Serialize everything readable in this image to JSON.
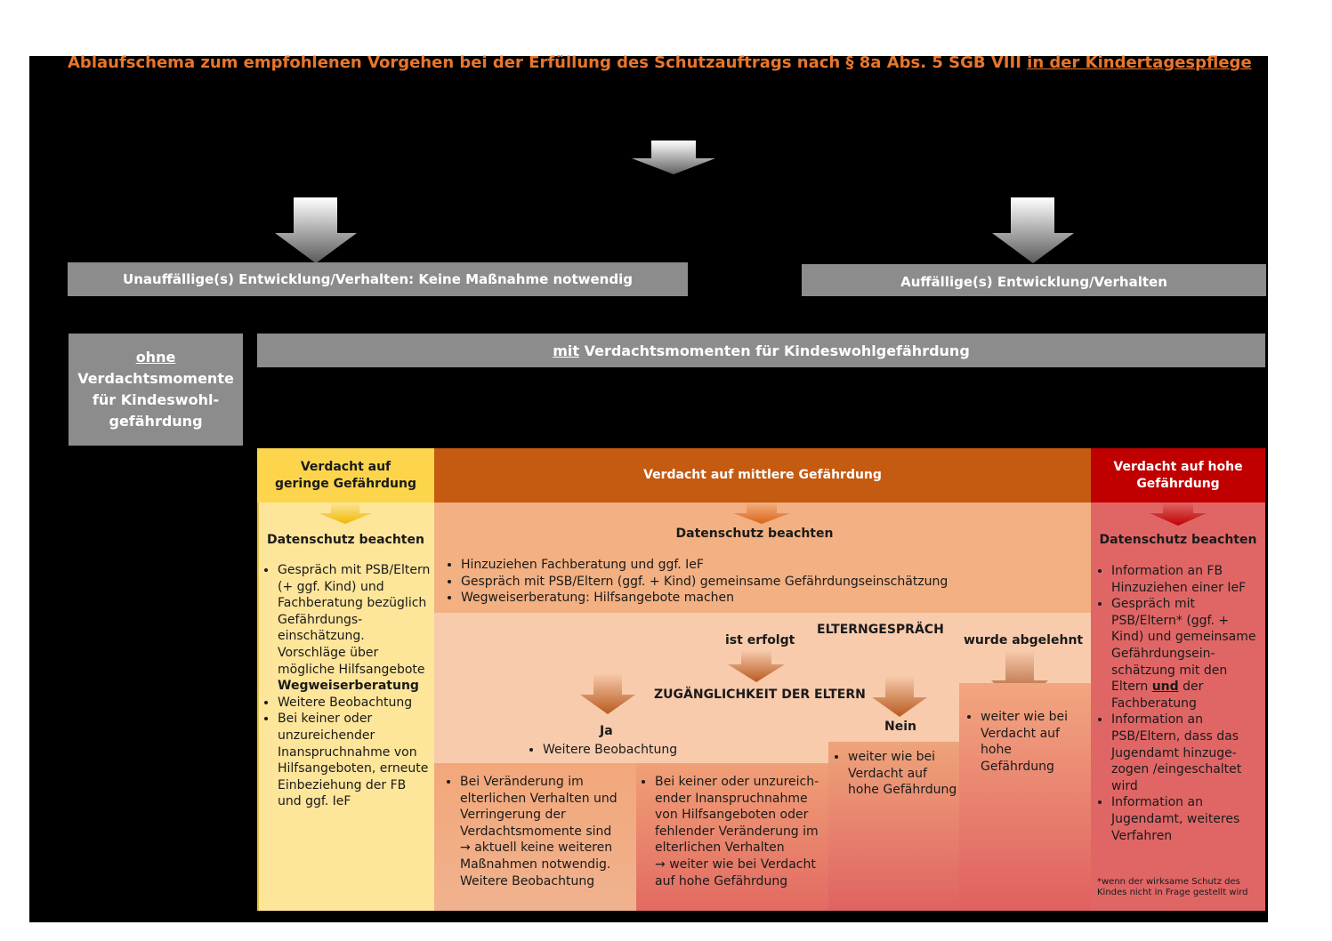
{
  "title": {
    "main": "Ablaufschema zum empfohlenen Vorgehen bei der Erfüllung des Schutzauftrags nach § 8a Abs. 5 SGB VIII",
    "underlined": "in der Kindertagespflege"
  },
  "colors": {
    "background": "#000000",
    "title": "#e8762b",
    "gray": "#8c8c8c",
    "yellow_header": "#fcd54c",
    "yellow_body": "#fde59a",
    "orange_header": "#c55a11",
    "orange_body": "#f3b082",
    "orange_light": "#f8cbad",
    "red_header": "#c00000",
    "red_body": "#e06666"
  },
  "top": {
    "left_box": "Unauffällige(s) Entwicklung/Verhalten: Keine Maßnahme notwendig",
    "right_box": "Auffällige(s) Entwicklung/Verhalten"
  },
  "suspicion": {
    "without_underlined": "ohne",
    "without_rest": "Verdachtsmomente für Kindeswohl-gefährdung",
    "with_underlined": "mit",
    "with_rest": "Verdachtsmomenten für Kindeswohlgefährdung"
  },
  "low": {
    "header": "Verdacht auf geringe Gefährdung",
    "datenschutz": "Datenschutz beachten",
    "item1": "Gespräch mit PSB/Eltern (+ ggf. Kind) und Fachberatung bezüglich Gefährdungs-einschätzung. Vorschläge über mögliche Hilfsangebote",
    "item1_bold": "Wegweiserberatung",
    "item2": "Weitere Beobachtung",
    "item3": "Bei keiner oder unzureichender Inanspruchnahme von Hilfsangeboten, erneute Einbeziehung der FB und ggf. IeF"
  },
  "medium": {
    "header": "Verdacht auf mittlere Gefährdung",
    "datenschutz": "Datenschutz beachten",
    "items": [
      "Hinzuziehen Fachberatung und ggf. IeF",
      "Gespräch mit PSB/Eltern (ggf. + Kind) gemeinsame Gefährdungseinschätzung",
      "Wegweiserberatung: Hilfsangebote machen"
    ],
    "elterngespraech": "ELTERNGESPRÄCH",
    "ist_erfolgt": "ist erfolgt",
    "wurde_abgelehnt": "wurde abgelehnt",
    "zugaenglichkeit": "ZUGÄNGLICHKEIT DER ELTERN",
    "ja": "Ja",
    "ja_item": "Weitere Beobachtung",
    "nein": "Nein",
    "nein_item": "weiter wie bei Verdacht auf hohe Gefährdung",
    "abgelehnt_item": "weiter wie bei Verdacht auf hohe Gefährdung",
    "box_left_pre": "Bei Veränderung im elterlichen Verhalten und Verringerung der Verdachtsmomente sind",
    "box_left_arrow": "→",
    "box_left_post": "aktuell keine weiteren Maßnahmen notwendig. Weitere Beobachtung",
    "box_right_pre": "Bei keiner oder unzureich-ender Inanspruchnahme von Hilfsangeboten oder fehlender Veränderung im elterlichen Verhalten",
    "box_right_arrow": "→",
    "box_right_post": "weiter wie bei Verdacht auf hohe Gefährdung"
  },
  "high": {
    "header": "Verdacht auf hohe Gefährdung",
    "datenschutz": "Datenschutz beachten",
    "item1": "Information an FB Hinzuziehen einer IeF",
    "item2_pre": "Gespräch mit PSB/Eltern* (ggf. + Kind) und gemeinsame Gefährdungsein-schätzung mit den Eltern",
    "item2_bold": "und",
    "item2_post": "der Fachberatung",
    "item3": "Information an PSB/Eltern, dass das Jugendamt hinzuge-zogen /eingeschaltet wird",
    "item4": "Information an Jugendamt, weiteres Verfahren",
    "footnote": "*wenn der wirksame Schutz des Kindes nicht in Frage gestellt wird"
  }
}
